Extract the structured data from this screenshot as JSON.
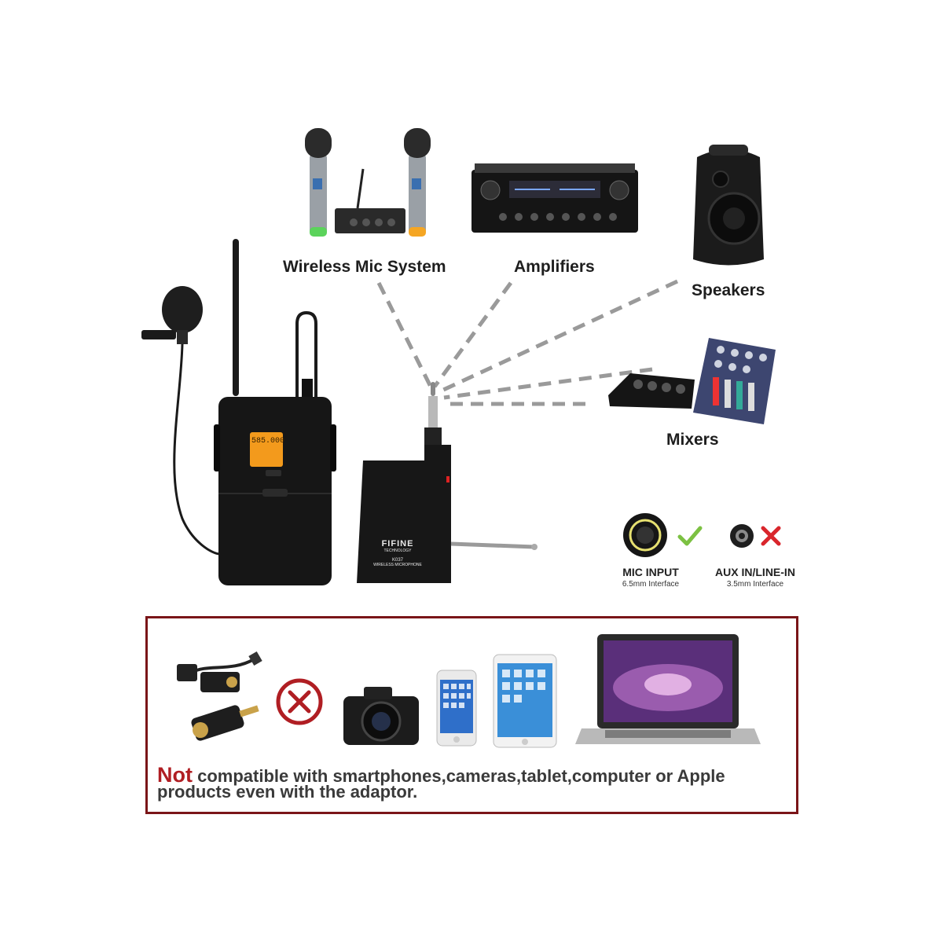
{
  "labels": {
    "wireless_mic_system": "Wireless Mic System",
    "amplifiers": "Amplifiers",
    "speakers": "Speakers",
    "mixers": "Mixers"
  },
  "lcd": {
    "frequency": "585.000"
  },
  "receiver": {
    "brand": "FIFINE",
    "brand_sub": "TECHNOLOGY",
    "model": "K037",
    "subtitle": "WIRELESS MICROPHONE"
  },
  "inputs": {
    "mic_input": {
      "title": "MIC INPUT",
      "sub": "6.5mm Interface",
      "compatible": true
    },
    "aux_input": {
      "title": "AUX IN/LINE-IN",
      "sub": "3.5mm Interface",
      "compatible": false
    }
  },
  "compatibility_note": {
    "emphasis": "Not",
    "text": " compatible with smartphones,cameras,tablet,computer or Apple products even with the adaptor."
  },
  "colors": {
    "frame": "#7a1518",
    "not_red": "#b01e23",
    "check_green": "#7cc142",
    "cross_red": "#d9262c",
    "lcd_orange": "#f39a1c",
    "dashed_line": "#9a9a9a"
  },
  "icons": [
    "check-icon",
    "cross-icon",
    "no-entry-icon"
  ]
}
